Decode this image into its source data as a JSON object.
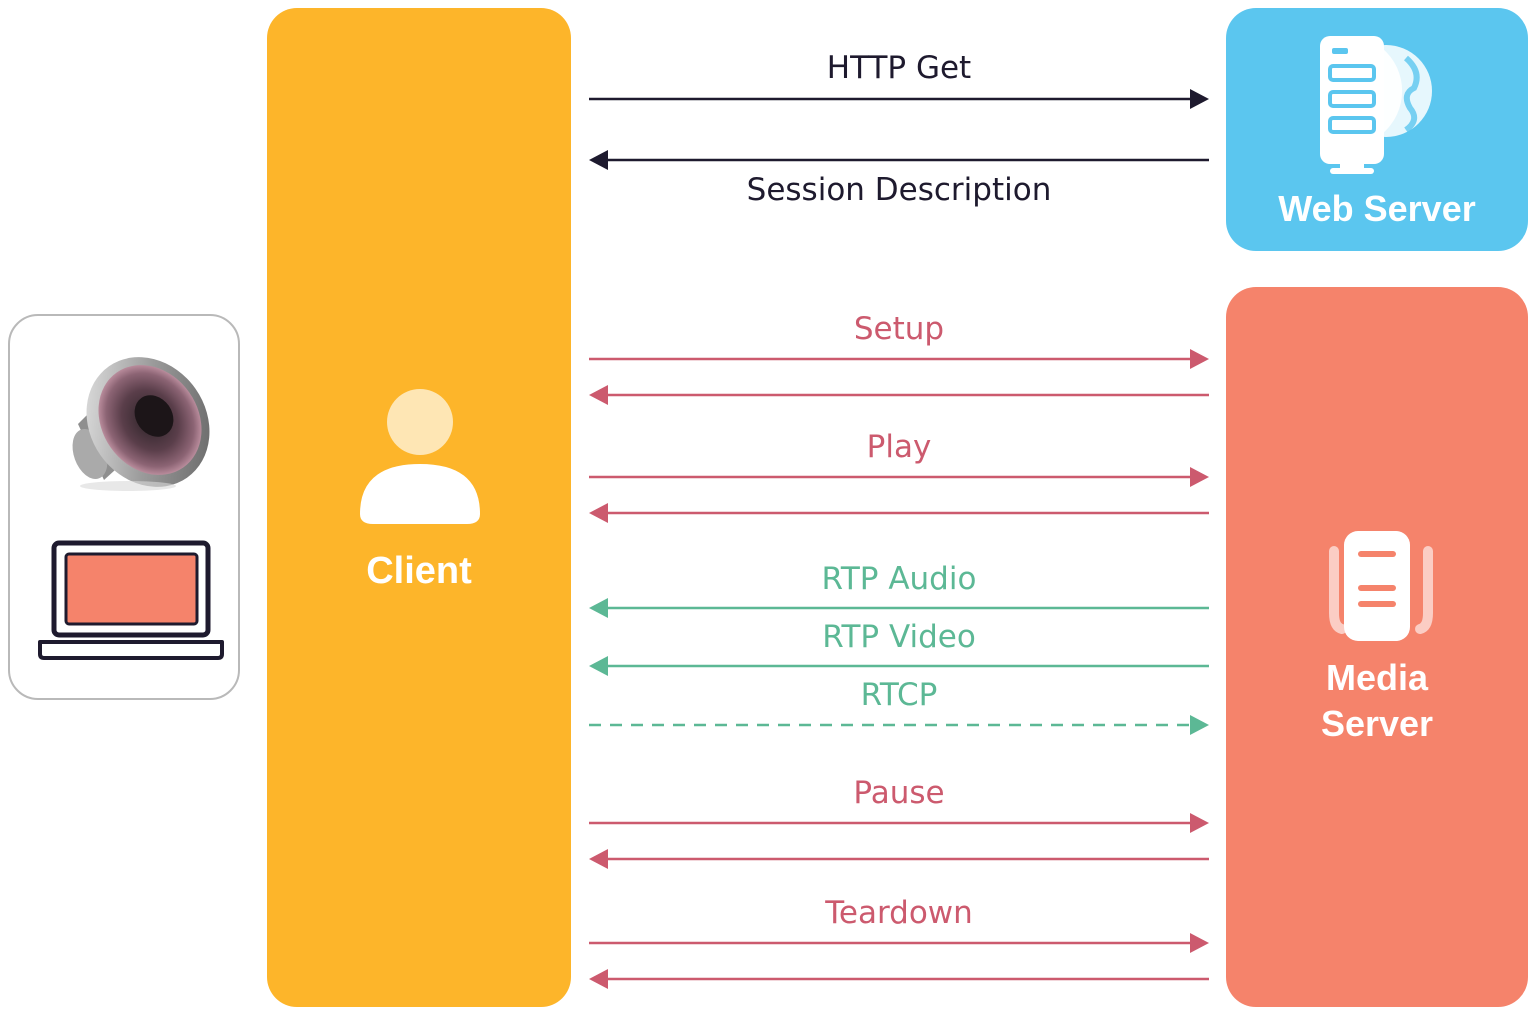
{
  "colors": {
    "client": "#fdb52a",
    "web_server": "#5bc6ef",
    "media_server": "#f5836b",
    "dark": "#1e1a2e",
    "control": "#cc5a6e",
    "media": "#5cb895",
    "device_border": "#b9b9b9",
    "white": "#ffffff"
  },
  "client": {
    "label": "Client",
    "icon": "user-icon"
  },
  "web_server": {
    "label": "Web Server",
    "icon": "server-globe-icon"
  },
  "media_server": {
    "label_line1": "Media",
    "label_line2": "Server",
    "icon": "media-server-icon"
  },
  "devices": {
    "icons": [
      "speaker-icon",
      "laptop-icon"
    ]
  },
  "messages": {
    "http_get": "HTTP Get",
    "session_description": "Session Description",
    "setup": "Setup",
    "play": "Play",
    "rtp_audio": "RTP Audio",
    "rtp_video": "RTP Video",
    "rtcp": "RTCP",
    "pause": "Pause",
    "teardown": "Teardown"
  }
}
